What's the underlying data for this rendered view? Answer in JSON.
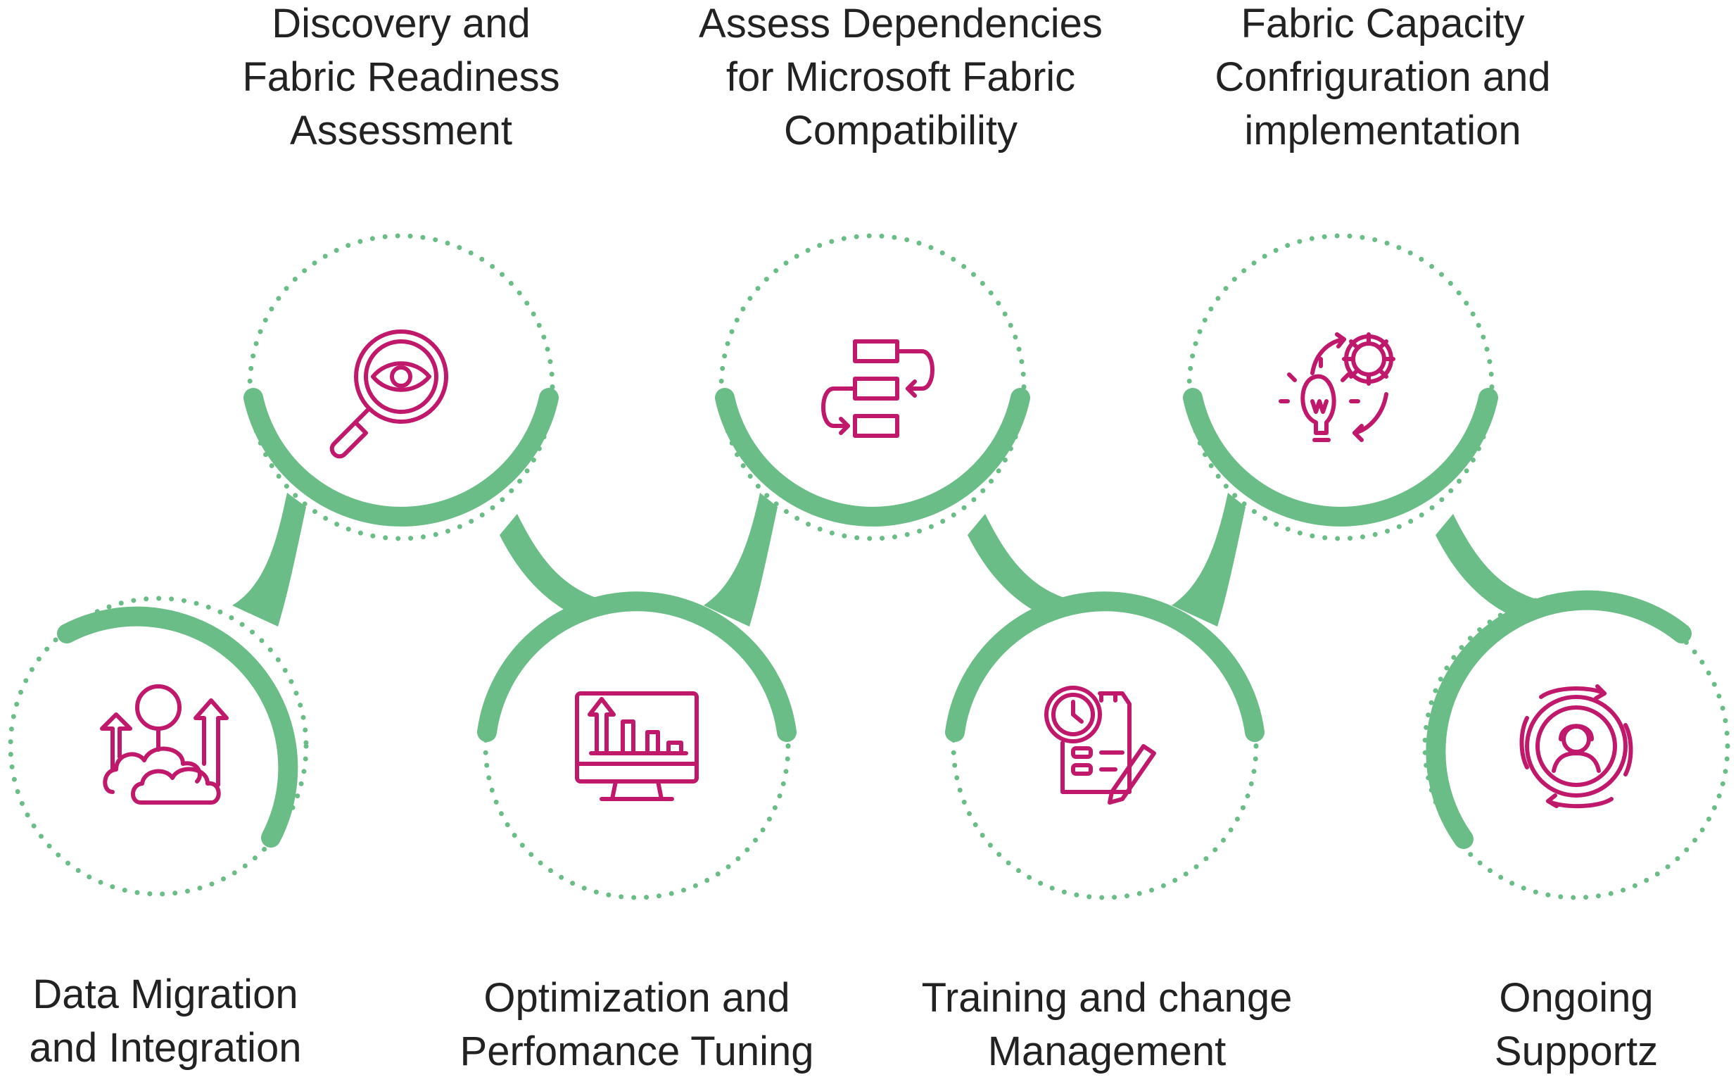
{
  "colors": {
    "connector": "#6abd86",
    "icon": "#c0196b",
    "text": "#222222",
    "background": "#ffffff"
  },
  "steps": [
    {
      "lines": [
        "Data Migration",
        "and Integration"
      ],
      "icon": "cloud-upload-icon"
    },
    {
      "lines": [
        "Discovery and",
        "Fabric Readiness",
        "Assessment"
      ],
      "icon": "magnifier-eye-icon"
    },
    {
      "lines": [
        "Optimization and",
        "Perfomance Tuning"
      ],
      "icon": "monitor-chart-icon"
    },
    {
      "lines": [
        "Assess Dependencies",
        "for Microsoft Fabric",
        "Compatibility"
      ],
      "icon": "flow-blocks-icon"
    },
    {
      "lines": [
        "Training and change",
        "Management"
      ],
      "icon": "clipboard-clock-icon"
    },
    {
      "lines": [
        "Fabric Capacity",
        "Confriguration and",
        "implementation"
      ],
      "icon": "bulb-gear-icon"
    },
    {
      "lines": [
        "Ongoing",
        "Supportz"
      ],
      "icon": "support-gear-icon"
    }
  ]
}
